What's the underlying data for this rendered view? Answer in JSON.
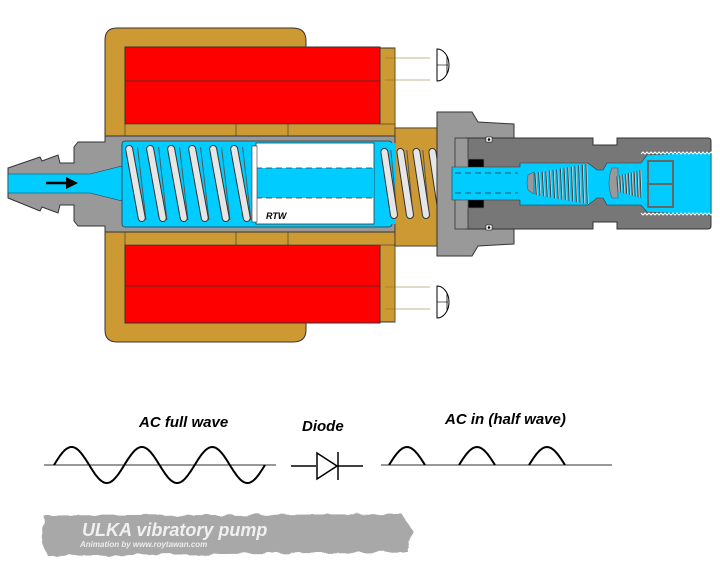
{
  "diagram": {
    "title": "ULKA vibratory pump",
    "credit": "Animation by www.roytawan.com",
    "piston_marking": "RTW",
    "flow_direction": "left-to-right",
    "components": [
      {
        "name": "inlet-barb-fitting",
        "color": "#999999"
      },
      {
        "name": "coil-housing",
        "color": "#cc9933"
      },
      {
        "name": "solenoid-coil",
        "color": "#ff0000"
      },
      {
        "name": "return-spring"
      },
      {
        "name": "piston",
        "marking": "RTW"
      },
      {
        "name": "piston-spring"
      },
      {
        "name": "outlet-check-valve-body",
        "color": "#777777"
      },
      {
        "name": "check-valve-1"
      },
      {
        "name": "check-valve-2"
      },
      {
        "name": "threaded-outlet"
      }
    ],
    "colors": {
      "fluid": "#00ccff",
      "housing": "#cc9933",
      "coil": "#ff0000",
      "metal_light": "#999999",
      "metal_dark": "#777777",
      "spring": "#e6e6e6"
    }
  },
  "legend": {
    "full_wave_label": "AC full wave",
    "diode_label": "Diode",
    "half_wave_label": "AC in (half wave)",
    "full_wave_cycles": 3,
    "half_wave_pulses": 3
  }
}
